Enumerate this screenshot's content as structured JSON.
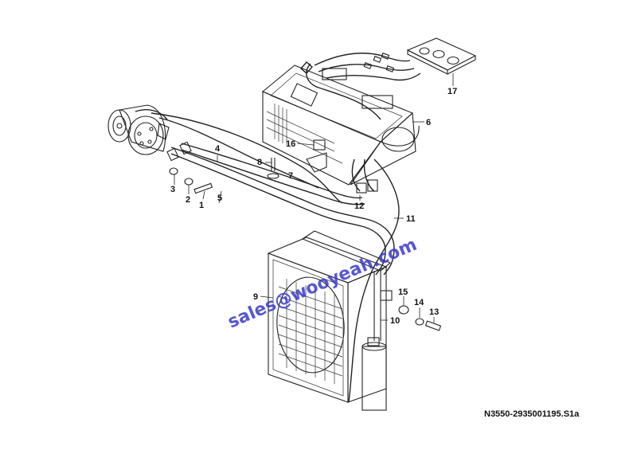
{
  "drawing_code": "N3550-2935001195.S1a",
  "watermark": "sales@wooyeah.com",
  "callouts": [
    "1",
    "2",
    "3",
    "4",
    "5",
    "6",
    "7",
    "8",
    "9",
    "10",
    "11",
    "12",
    "13",
    "14",
    "15",
    "16",
    "17"
  ],
  "colors": {
    "line": "#222222",
    "watermark": "#3a3acc",
    "background": "#ffffff"
  }
}
